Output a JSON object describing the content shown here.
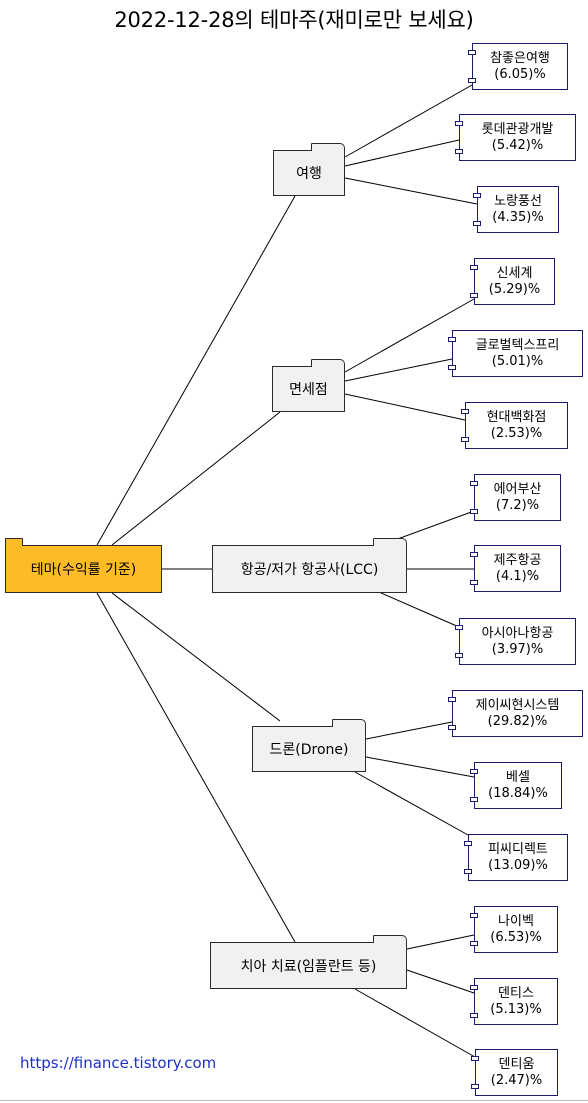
{
  "title": "2022-12-28의 테마주(재미로만 보세요)",
  "root": {
    "label": "테마(수익률 기준)"
  },
  "themes": [
    {
      "label": "여행",
      "stocks": [
        {
          "name": "참좋은여행",
          "pct": "6.05"
        },
        {
          "name": "롯데관광개발",
          "pct": "5.42"
        },
        {
          "name": "노랑풍선",
          "pct": "4.35"
        }
      ]
    },
    {
      "label": "면세점",
      "stocks": [
        {
          "name": "신세계",
          "pct": "5.29"
        },
        {
          "name": "글로벌텍스프리",
          "pct": "5.01"
        },
        {
          "name": "현대백화점",
          "pct": "2.53"
        }
      ]
    },
    {
      "label": "항공/저가 항공사(LCC)",
      "stocks": [
        {
          "name": "에어부산",
          "pct": "7.2"
        },
        {
          "name": "제주항공",
          "pct": "4.1"
        },
        {
          "name": "아시아나항공",
          "pct": "3.97"
        }
      ]
    },
    {
      "label": "드론(Drone)",
      "stocks": [
        {
          "name": "제이씨현시스템",
          "pct": "29.82"
        },
        {
          "name": "베셀",
          "pct": "18.84"
        },
        {
          "name": "피씨디렉트",
          "pct": "13.09"
        }
      ]
    },
    {
      "label": "치아 치료(임플란트 등)",
      "stocks": [
        {
          "name": "나이벡",
          "pct": "6.53"
        },
        {
          "name": "덴티스",
          "pct": "5.13"
        },
        {
          "name": "덴티움",
          "pct": "2.47"
        }
      ]
    }
  ],
  "footer": {
    "link": "https://finance.tistory.com"
  },
  "colors": {
    "root_fill": "#fdbb27",
    "theme_fill": "#f1f1f1",
    "stock_border": "#1a1a6e",
    "link": "#1f2fc9"
  }
}
